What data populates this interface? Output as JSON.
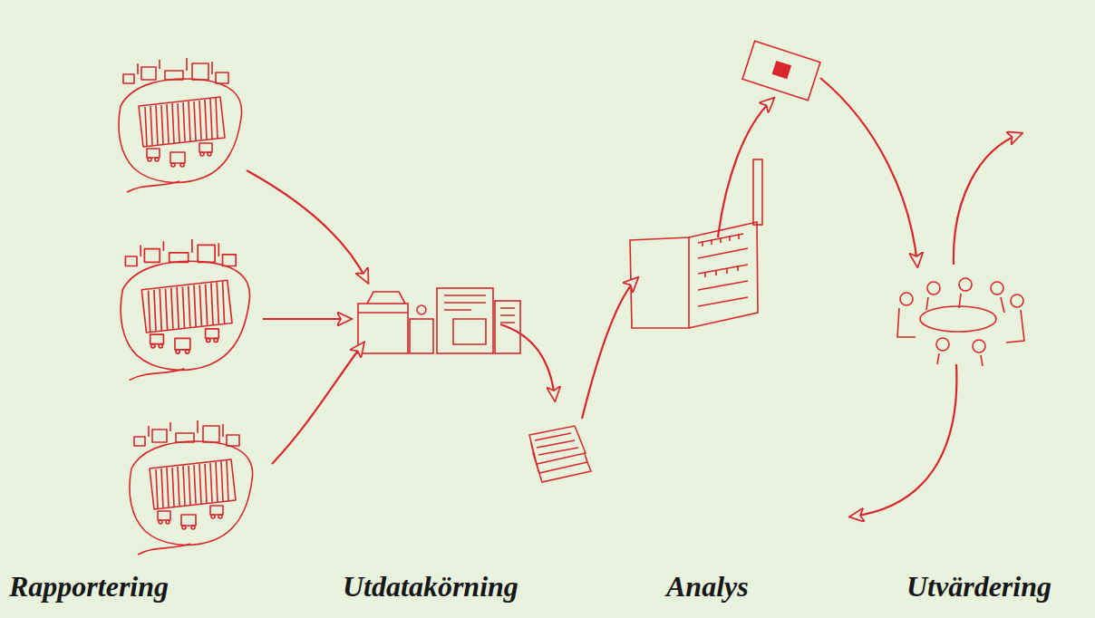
{
  "diagram": {
    "labels": [
      "Rapportering",
      "Utdatakörning",
      "Analys",
      "Utvärdering"
    ]
  }
}
